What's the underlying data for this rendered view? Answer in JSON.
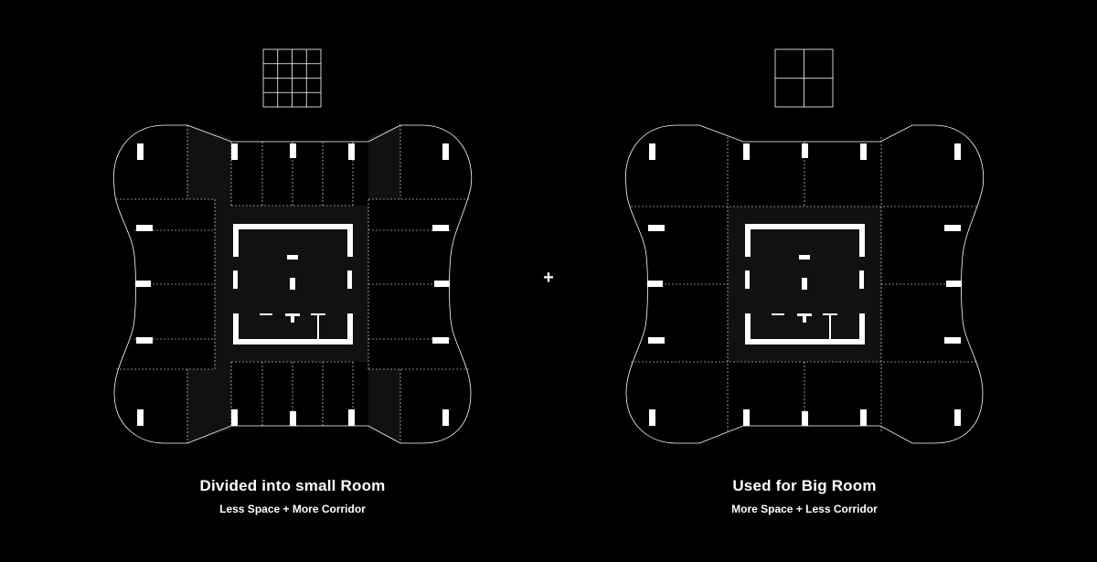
{
  "left": {
    "title": "Divided into small Room",
    "subtitle": "Less Space + More Corridor",
    "grid_divisions": 4
  },
  "right": {
    "title": "Used for Big Room",
    "subtitle": "More Space + Less Corridor",
    "grid_divisions": 2
  },
  "connector_symbol": "+",
  "colors": {
    "background": "#000000",
    "line": "#ffffff",
    "corridor_fill": "#111111"
  }
}
